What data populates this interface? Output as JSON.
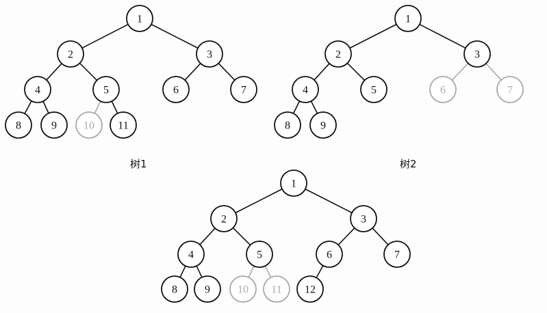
{
  "colors": {
    "solid": "#111111",
    "faded": "#a9a9a9"
  },
  "trees": [
    {
      "caption": "树1",
      "nodes": [
        {
          "id": "1",
          "label": "1",
          "faded": false
        },
        {
          "id": "2",
          "label": "2",
          "faded": false
        },
        {
          "id": "3",
          "label": "3",
          "faded": false
        },
        {
          "id": "4",
          "label": "4",
          "faded": false
        },
        {
          "id": "5",
          "label": "5",
          "faded": false
        },
        {
          "id": "6",
          "label": "6",
          "faded": false
        },
        {
          "id": "7",
          "label": "7",
          "faded": false
        },
        {
          "id": "8",
          "label": "8",
          "faded": false
        },
        {
          "id": "9",
          "label": "9",
          "faded": false
        },
        {
          "id": "10",
          "label": "10",
          "faded": true
        },
        {
          "id": "11",
          "label": "11",
          "faded": false
        }
      ],
      "edges": [
        {
          "from": "1",
          "to": "2",
          "faded": false
        },
        {
          "from": "1",
          "to": "3",
          "faded": false
        },
        {
          "from": "2",
          "to": "4",
          "faded": false
        },
        {
          "from": "2",
          "to": "5",
          "faded": false
        },
        {
          "from": "3",
          "to": "6",
          "faded": false
        },
        {
          "from": "3",
          "to": "7",
          "faded": false
        },
        {
          "from": "4",
          "to": "8",
          "faded": false
        },
        {
          "from": "4",
          "to": "9",
          "faded": false
        },
        {
          "from": "5",
          "to": "10",
          "faded": true
        },
        {
          "from": "5",
          "to": "11",
          "faded": false
        }
      ]
    },
    {
      "caption": "树2",
      "nodes": [
        {
          "id": "1",
          "label": "1",
          "faded": false
        },
        {
          "id": "2",
          "label": "2",
          "faded": false
        },
        {
          "id": "3",
          "label": "3",
          "faded": false
        },
        {
          "id": "4",
          "label": "4",
          "faded": false
        },
        {
          "id": "5",
          "label": "5",
          "faded": false
        },
        {
          "id": "6",
          "label": "6",
          "faded": true
        },
        {
          "id": "7",
          "label": "7",
          "faded": true
        },
        {
          "id": "8",
          "label": "8",
          "faded": false
        },
        {
          "id": "9",
          "label": "9",
          "faded": false
        }
      ],
      "edges": [
        {
          "from": "1",
          "to": "2",
          "faded": false
        },
        {
          "from": "1",
          "to": "3",
          "faded": false
        },
        {
          "from": "2",
          "to": "4",
          "faded": false
        },
        {
          "from": "2",
          "to": "5",
          "faded": false
        },
        {
          "from": "3",
          "to": "6",
          "faded": true
        },
        {
          "from": "3",
          "to": "7",
          "faded": true
        },
        {
          "from": "4",
          "to": "8",
          "faded": false
        },
        {
          "from": "4",
          "to": "9",
          "faded": false
        }
      ]
    },
    {
      "caption": "",
      "nodes": [
        {
          "id": "1",
          "label": "1",
          "faded": false
        },
        {
          "id": "2",
          "label": "2",
          "faded": false
        },
        {
          "id": "3",
          "label": "3",
          "faded": false
        },
        {
          "id": "4",
          "label": "4",
          "faded": false
        },
        {
          "id": "5",
          "label": "5",
          "faded": false
        },
        {
          "id": "6",
          "label": "6",
          "faded": false
        },
        {
          "id": "7",
          "label": "7",
          "faded": false
        },
        {
          "id": "8",
          "label": "8",
          "faded": false
        },
        {
          "id": "9",
          "label": "9",
          "faded": false
        },
        {
          "id": "10",
          "label": "10",
          "faded": true
        },
        {
          "id": "11",
          "label": "11",
          "faded": true
        },
        {
          "id": "12",
          "label": "12",
          "faded": false
        }
      ],
      "edges": [
        {
          "from": "1",
          "to": "2",
          "faded": false
        },
        {
          "from": "1",
          "to": "3",
          "faded": false
        },
        {
          "from": "2",
          "to": "4",
          "faded": false
        },
        {
          "from": "2",
          "to": "5",
          "faded": false
        },
        {
          "from": "3",
          "to": "6",
          "faded": false
        },
        {
          "from": "3",
          "to": "7",
          "faded": false
        },
        {
          "from": "4",
          "to": "8",
          "faded": false
        },
        {
          "from": "4",
          "to": "9",
          "faded": false
        },
        {
          "from": "5",
          "to": "10",
          "faded": true
        },
        {
          "from": "5",
          "to": "11",
          "faded": true
        },
        {
          "from": "6",
          "to": "12",
          "faded": false
        }
      ]
    }
  ]
}
